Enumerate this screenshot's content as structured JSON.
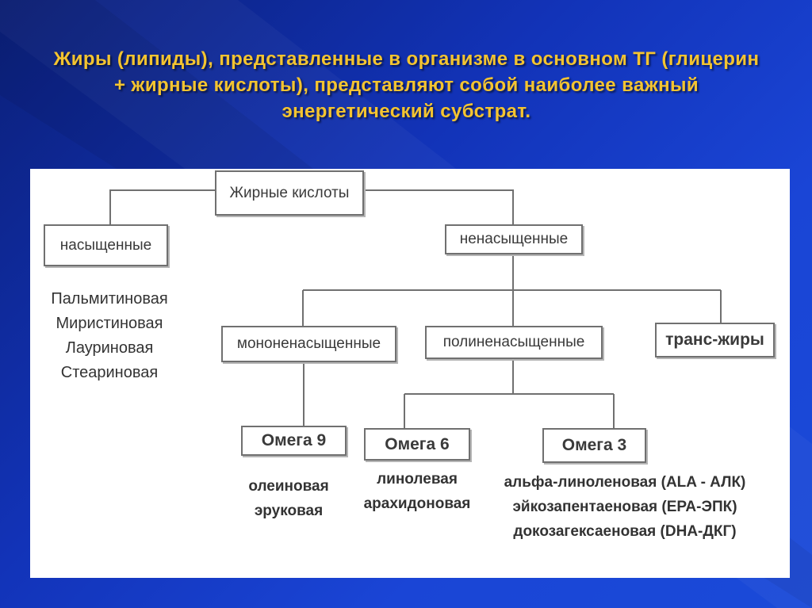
{
  "slide": {
    "title": "Жиры (липиды), представленные в организме в основном ТГ (глицерин + жирные кислоты), представляют собой наиболее важный энергетический субстрат."
  },
  "diagram": {
    "root": "Жирные кислоты",
    "saturated": {
      "label": "насыщенные",
      "examples": [
        "Пальмитиновая",
        "Миристиновая",
        "Лауриновая",
        "Стеариновая"
      ]
    },
    "unsaturated": {
      "label": "ненасыщенные",
      "mono": "мононенасыщенные",
      "poly": "полиненасыщенные",
      "trans": "транс-жиры"
    },
    "omega9": {
      "label": "Омега 9",
      "examples": [
        "олеиновая",
        "эруковая"
      ]
    },
    "omega6": {
      "label": "Омега 6",
      "examples": [
        "линолевая",
        "арахидоновая"
      ]
    },
    "omega3": {
      "label": "Омега 3",
      "examples": [
        "альфа-линоленовая (ALA - АЛК)",
        "эйкозапентаеновая (ЕРА-ЭПК)",
        "докозагексаеновая (DHA-ДКГ)"
      ]
    }
  },
  "colors": {
    "title": "#f4c430",
    "background": "#1233b8",
    "panel": "#ffffff",
    "border": "#707070"
  }
}
